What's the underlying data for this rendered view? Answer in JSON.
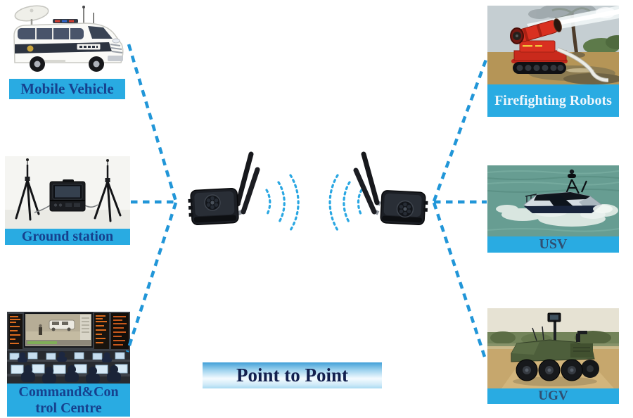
{
  "banner": {
    "label": "Point to Point"
  },
  "left_column": {
    "items": [
      {
        "label": "Mobile Vehicle"
      },
      {
        "label": "Ground station"
      },
      {
        "label": "Command&Control Centre"
      }
    ]
  },
  "right_column": {
    "items": [
      {
        "label": "Firefighting Robots"
      },
      {
        "label": "USV"
      },
      {
        "label": "UGV"
      }
    ]
  },
  "icons": {
    "left_device": "radio-transceiver-icon",
    "right_device": "radio-transceiver-icon",
    "left_signal": "wifi-waves-icon",
    "right_signal": "wifi-waves-icon"
  },
  "colors": {
    "label_background": "#29abe2",
    "label_text_dark": "#16418e",
    "label_text_medium": "#2f4f72",
    "label_text_light": "#eef6fc",
    "dashed_line": "#2196d8",
    "wifi_arc": "#2aa7e2",
    "banner_text": "#13204f",
    "banner_gradient_top": "#42a0d8",
    "banner_gradient_middle": "#f4fbff",
    "banner_gradient_bottom": "#a8d9f1"
  }
}
